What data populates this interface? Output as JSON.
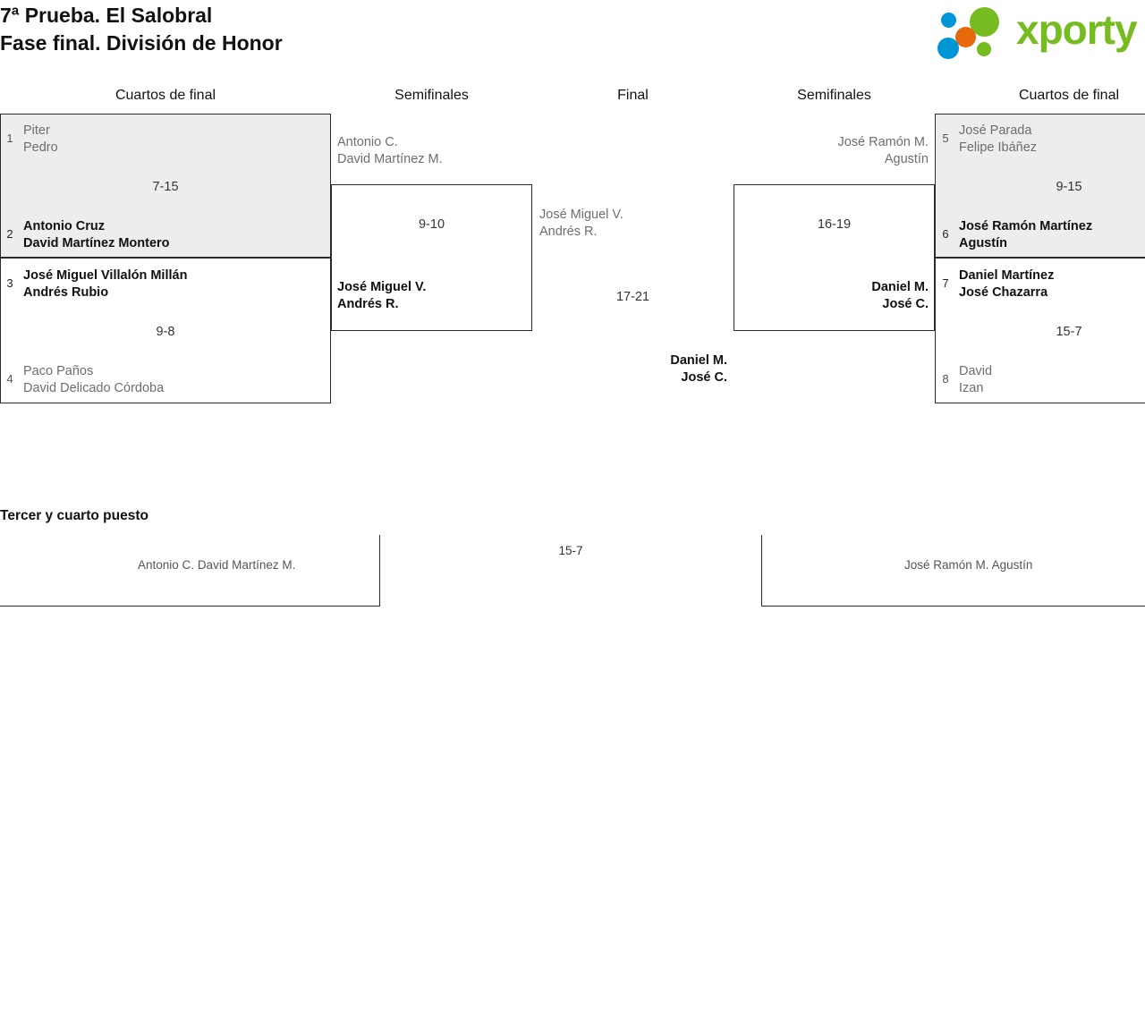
{
  "header": {
    "title_line1": "7ª Prueba. El Salobral",
    "title_line2": "Fase final. División de Honor",
    "logo_text": "xporty",
    "logo_colors": {
      "green": "#76bc21",
      "blue": "#0096d6",
      "orange": "#e8690b"
    }
  },
  "rounds": {
    "qf_left": "Cuartos de final",
    "sf_left": "Semifinales",
    "final": "Final",
    "sf_right": "Semifinales",
    "qf_right": "Cuartos de final"
  },
  "quarterfinals_left": [
    {
      "score": "7-15",
      "top": {
        "seed": "1",
        "line1": "Piter",
        "line2": "Pedro",
        "result": "loser"
      },
      "bottom": {
        "seed": "2",
        "line1": "Antonio Cruz",
        "line2": "David Martínez Montero",
        "result": "winner"
      }
    },
    {
      "score": "9-8",
      "top": {
        "seed": "3",
        "line1": "José Miguel Villalón Millán",
        "line2": "Andrés Rubio",
        "result": "winner"
      },
      "bottom": {
        "seed": "4",
        "line1": "Paco Paños",
        "line2": "David Delicado Córdoba",
        "result": "loser"
      }
    }
  ],
  "semifinal_left": {
    "score": "9-10",
    "top": {
      "line1": "Antonio C.",
      "line2": "David Martínez M.",
      "result": "loser"
    },
    "bottom": {
      "line1": "José Miguel V.",
      "line2": "Andrés R.",
      "result": "winner"
    }
  },
  "final_match": {
    "score": "17-21",
    "left": {
      "line1": "José Miguel V.",
      "line2": "Andrés R.",
      "result": "loser"
    },
    "right": {
      "line1": "Daniel M.",
      "line2": "José C.",
      "result": "winner"
    }
  },
  "semifinal_right": {
    "score": "16-19",
    "top": {
      "line1": "José Ramón M.",
      "line2": "Agustín",
      "result": "loser"
    },
    "bottom": {
      "line1": "Daniel M.",
      "line2": "José C.",
      "result": "winner"
    }
  },
  "quarterfinals_right": [
    {
      "score": "9-15",
      "top": {
        "seed": "5",
        "line1": "José Parada",
        "line2": "Felipe Ibáñez",
        "result": "loser"
      },
      "bottom": {
        "seed": "6",
        "line1": "José Ramón Martínez",
        "line2": "Agustín",
        "result": "winner"
      }
    },
    {
      "score": "15-7",
      "top": {
        "seed": "7",
        "line1": "Daniel Martínez",
        "line2": "José Chazarra",
        "result": "winner"
      },
      "bottom": {
        "seed": "8",
        "line1": "David",
        "line2": "Izan",
        "result": "loser"
      }
    }
  ],
  "third_place": {
    "title": "Tercer y cuarto puesto",
    "score": "15-7",
    "left": {
      "line1": "Antonio C.",
      "line2": "David Martínez M."
    },
    "right": {
      "line1": "José Ramón M.",
      "line2": "Agustín"
    }
  }
}
